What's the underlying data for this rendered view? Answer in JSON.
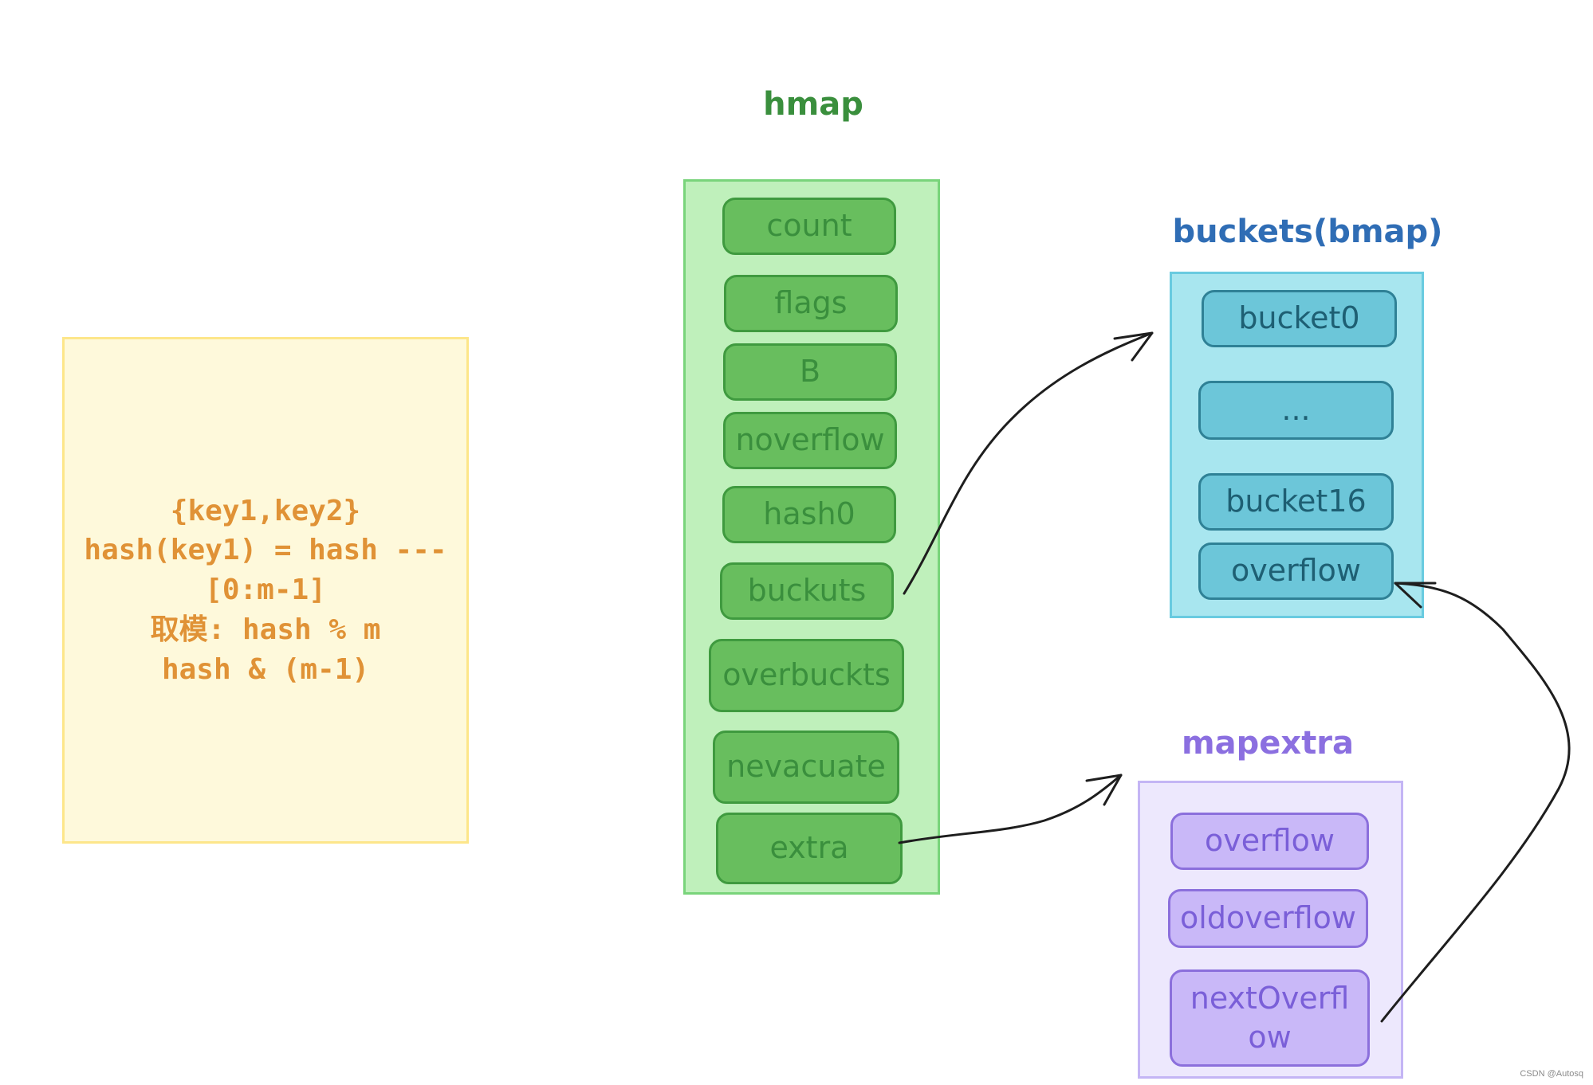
{
  "note": {
    "lines": [
      "{key1,key2}",
      "hash(key1) = hash ---",
      "[0:m-1]",
      "取模: hash % m",
      "hash &  (m-1)"
    ]
  },
  "hmap": {
    "title": "hmap",
    "fields": [
      "count",
      "flags",
      "B",
      "noverflow",
      "hash0",
      "buckuts",
      "overbuckts",
      "nevacuate",
      "extra"
    ]
  },
  "buckets": {
    "title": "buckets(bmap)",
    "items": [
      "bucket0",
      "...",
      "bucket16",
      "overflow"
    ]
  },
  "mapextra": {
    "title": "mapextra",
    "items": [
      "overflow",
      "oldoverflow",
      "nextOverfl\now"
    ]
  },
  "watermark": "CSDN @Autosq",
  "colors": {
    "hmap_title": "#3a8f3d",
    "buckets_title": "#2f6db5",
    "mapextra_title": "#8b6fe0",
    "note_text": "#e09236",
    "arrow": "#1e1e1e"
  }
}
